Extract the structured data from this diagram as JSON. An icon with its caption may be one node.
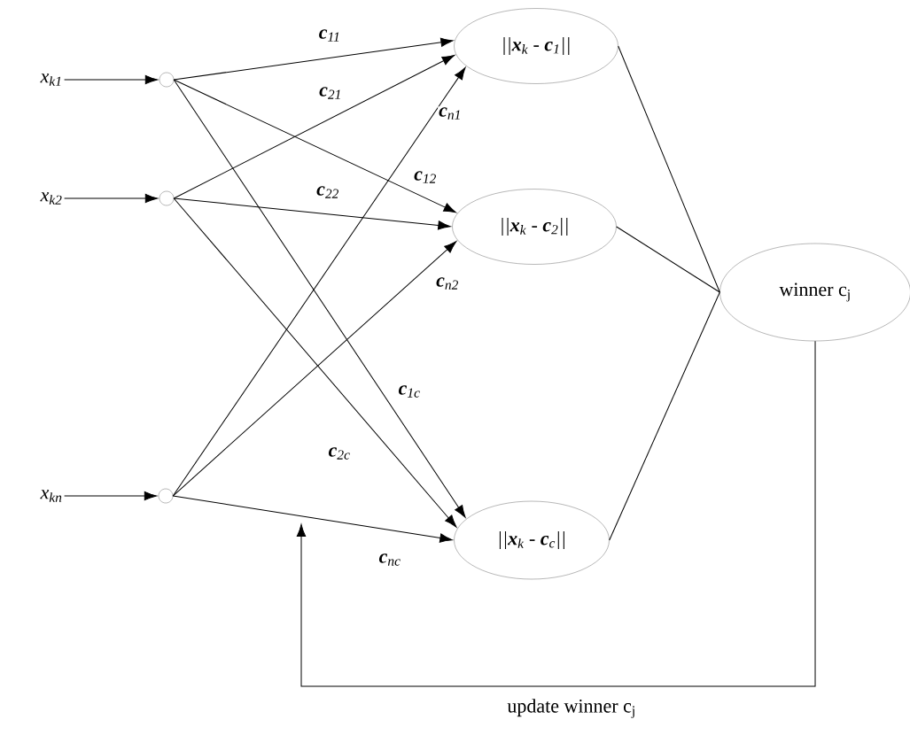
{
  "diagram": {
    "nodes": [
      {
        "text": [
          "x$_{k1}$"
        ]
      },
      {
        "text": [
          "x$_{k2}$"
        ]
      },
      {
        "text": [
          "x$_{kn}$"
        ]
      },
      {
        "text": [],
        "shape": "circle"
      },
      {
        "text": [],
        "shape": "circle"
      },
      {
        "text": [],
        "shape": "circle"
      },
      {
        "text": [
          "||**x**$_{k}$ - **c**$_{1}$||"
        ]
      },
      {
        "text": [
          "||**x**$_{k}$ - **c**$_{2}$||"
        ]
      },
      {
        "text": [
          "||**x**$_{k}$ - **c**$_{c}$||"
        ]
      },
      {
        "text": [
          "winner c$_{j}$"
        ]
      }
    ],
    "edges": [
      {
        "from": 0,
        "to": 3,
        "arrow": "to"
      },
      {
        "from": 1,
        "to": 4,
        "arrow": "to"
      },
      {
        "from": 2,
        "to": 5,
        "arrow": "to"
      },
      {
        "from": 3,
        "to": 6,
        "arrow": "to",
        "label": "**c**$_{11}$"
      },
      {
        "from": 4,
        "to": 6,
        "arrow": "to",
        "label": "**c**$_{21}$"
      },
      {
        "from": 5,
        "to": 6,
        "arrow": "to",
        "label": "**c**$_{n1}$"
      },
      {
        "from": 3,
        "to": 7,
        "arrow": "to",
        "label": "**c**$_{12}$"
      },
      {
        "from": 4,
        "to": 7,
        "arrow": "to",
        "label": "**c**$_{22}$"
      },
      {
        "from": 5,
        "to": 7,
        "arrow": "to",
        "label": "**c**$_{n2}$"
      },
      {
        "from": 3,
        "to": 8,
        "arrow": "to",
        "label": "**c**$_{1c}$"
      },
      {
        "from": 4,
        "to": 8,
        "arrow": "to",
        "label": "**c**$_{2c}$"
      },
      {
        "from": 5,
        "to": 8,
        "arrow": "to",
        "label": "**c**$_{nc}$"
      },
      {
        "from": 6,
        "to": 9,
        "arrow": "none"
      },
      {
        "from": 7,
        "to": 9,
        "arrow": "none"
      },
      {
        "from": 8,
        "to": 9,
        "arrow": "none"
      },
      {
        "from": 9,
        "to": null,
        "arrow": "to",
        "label": "update winner c$_{j}$"
      }
    ]
  }
}
